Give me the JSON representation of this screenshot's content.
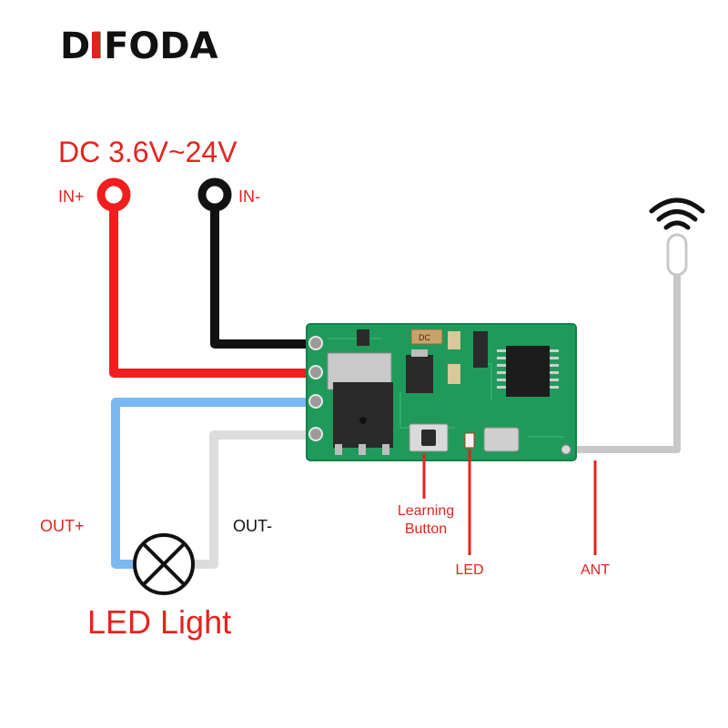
{
  "brand": {
    "name": "DIFODA",
    "text_color": "#111111",
    "accent_color": "#e0211c"
  },
  "diagram": {
    "power_label": "DC 3.6V~24V",
    "in_plus_label": "IN+",
    "in_minus_label": "IN-",
    "out_plus_label": "OUT+",
    "out_minus_label": "OUT-",
    "load_label": "LED Light",
    "learning_button_label_line1": "Learning",
    "learning_button_label_line2": "Button",
    "led_label": "LED",
    "ant_label": "ANT",
    "board_chip_label": "DC",
    "wifi_icon": "wifi-icon",
    "lamp_icon": "lamp-icon"
  },
  "colors": {
    "label_red": "#e4241e",
    "wire_positive": "#f01e1e",
    "wire_negative": "#111111",
    "wire_out_plus": "#7ab8f2",
    "wire_out_minus": "#dcdcdc",
    "wire_antenna": "#c8c8c8",
    "pcb_green": "#1f9a5a",
    "pcb_edge": "#15804a"
  }
}
